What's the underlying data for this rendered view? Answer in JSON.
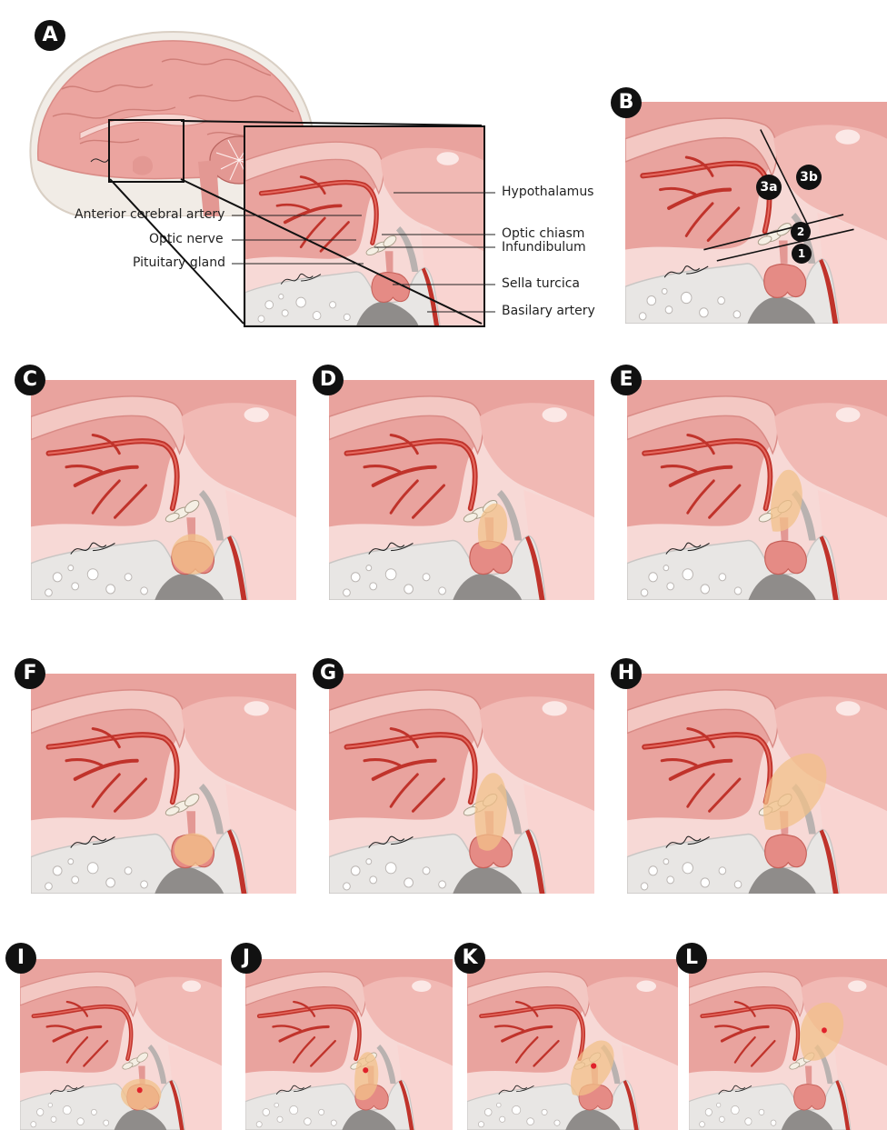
{
  "figure_label": "A",
  "labels": {
    "hypothalamus": "Hypothalamus",
    "anterior_cerebral_artery": "Anterior cerebral artery",
    "optic_nerve": "Optic nerve",
    "optic_chiasm": "Optic chiasm",
    "infundibulum": "Infundibulum",
    "pituitary_gland": "Pituitary gland",
    "sella_turcica": "Sella turcica",
    "basilary_artery": "Basilary artery"
  },
  "zones": {
    "z1": "1",
    "z2": "2",
    "z3a": "3a",
    "z3b": "3b"
  },
  "panels": [
    {
      "id": "B",
      "tumor": "none"
    },
    {
      "id": "C",
      "tumor": "sellar"
    },
    {
      "id": "D",
      "tumor": "infundibular"
    },
    {
      "id": "E",
      "tumor": "suprasellar-tall"
    },
    {
      "id": "F",
      "tumor": "sellar"
    },
    {
      "id": "G",
      "tumor": "infundibular"
    },
    {
      "id": "H",
      "tumor": "suprasellar-large"
    },
    {
      "id": "I",
      "tumor": "sellar-dot"
    },
    {
      "id": "J",
      "tumor": "infundibular-dot"
    },
    {
      "id": "K",
      "tumor": "oblique-dot"
    },
    {
      "id": "L",
      "tumor": "hypothalamic-dot"
    }
  ],
  "colors": {
    "brain": "#eba49f",
    "artery": "#c0332b",
    "bone": "#e8e6e4",
    "tumor": "#f2c08a",
    "dot": "#e0222b"
  }
}
